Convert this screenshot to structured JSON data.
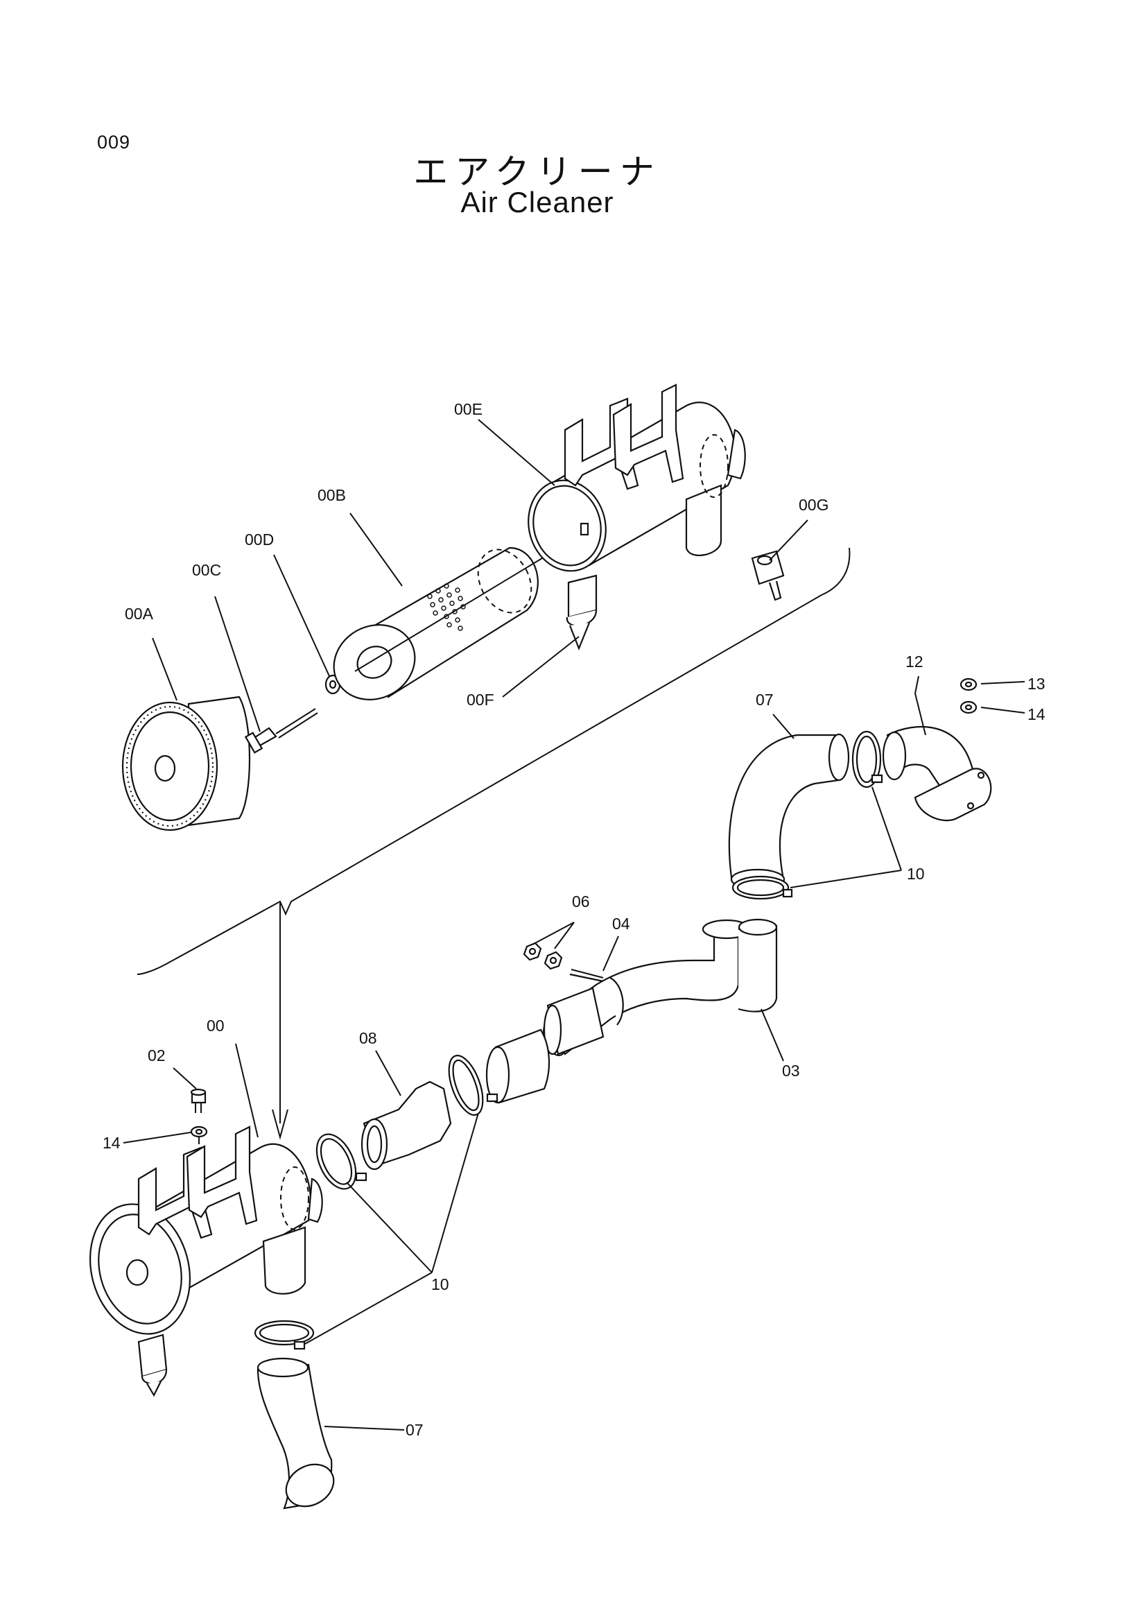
{
  "page_number": "009",
  "title_ja": "エアクリーナ",
  "title_en": "Air Cleaner",
  "callouts": {
    "c00a": "00A",
    "c00b": "00B",
    "c00c": "00C",
    "c00d": "00D",
    "c00e": "00E",
    "c00f": "00F",
    "c00g": "00G",
    "c00": "00",
    "c02": "02",
    "c03": "03",
    "c04": "04",
    "c06": "06",
    "c07a": "07",
    "c07b": "07",
    "c08": "08",
    "c10a": "10",
    "c10b": "10",
    "c12": "12",
    "c13": "13",
    "c14a": "14",
    "c14b": "14"
  }
}
